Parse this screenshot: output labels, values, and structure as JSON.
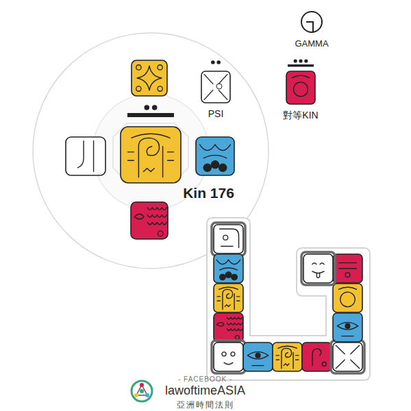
{
  "diagram": {
    "nodes": [
      {
        "text": [
          "GAMMA"
        ]
      },
      {
        "text": [
          "對等KIN"
        ]
      },
      {
        "text": [
          "PSI"
        ]
      },
      {
        "text": [
          "Kin 176"
        ]
      }
    ],
    "labels": [
      "- FACEBOOK -",
      "lawoftimeASIA",
      "亞洲時間法則"
    ]
  }
}
